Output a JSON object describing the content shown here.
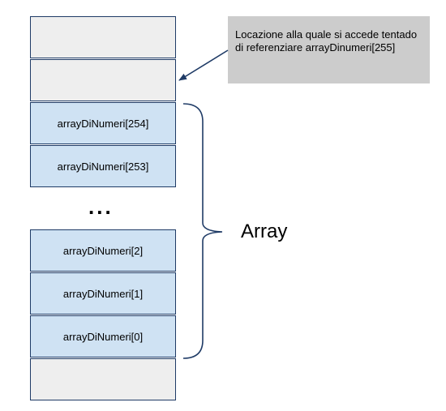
{
  "memory_cells": [
    {
      "label": ""
    },
    {
      "label": ""
    },
    {
      "label": "arrayDiNumeri[254]"
    },
    {
      "label": "arrayDiNumeri[253]"
    },
    {
      "label": "arrayDiNumeri[2]"
    },
    {
      "label": "arrayDiNumeri[1]"
    },
    {
      "label": "arrayDiNumeri[0]"
    },
    {
      "label": ""
    }
  ],
  "ellipsis": "...",
  "callout": {
    "text": "Locazione alla quale si accede tentado di referenziare arrayDinumeri[255]"
  },
  "brace": {
    "label": "Array"
  },
  "colors": {
    "border": "#1f3b66",
    "empty_cell": "#eeeeee",
    "array_cell": "#cfe2f3",
    "callout_bg": "#cccccc"
  }
}
